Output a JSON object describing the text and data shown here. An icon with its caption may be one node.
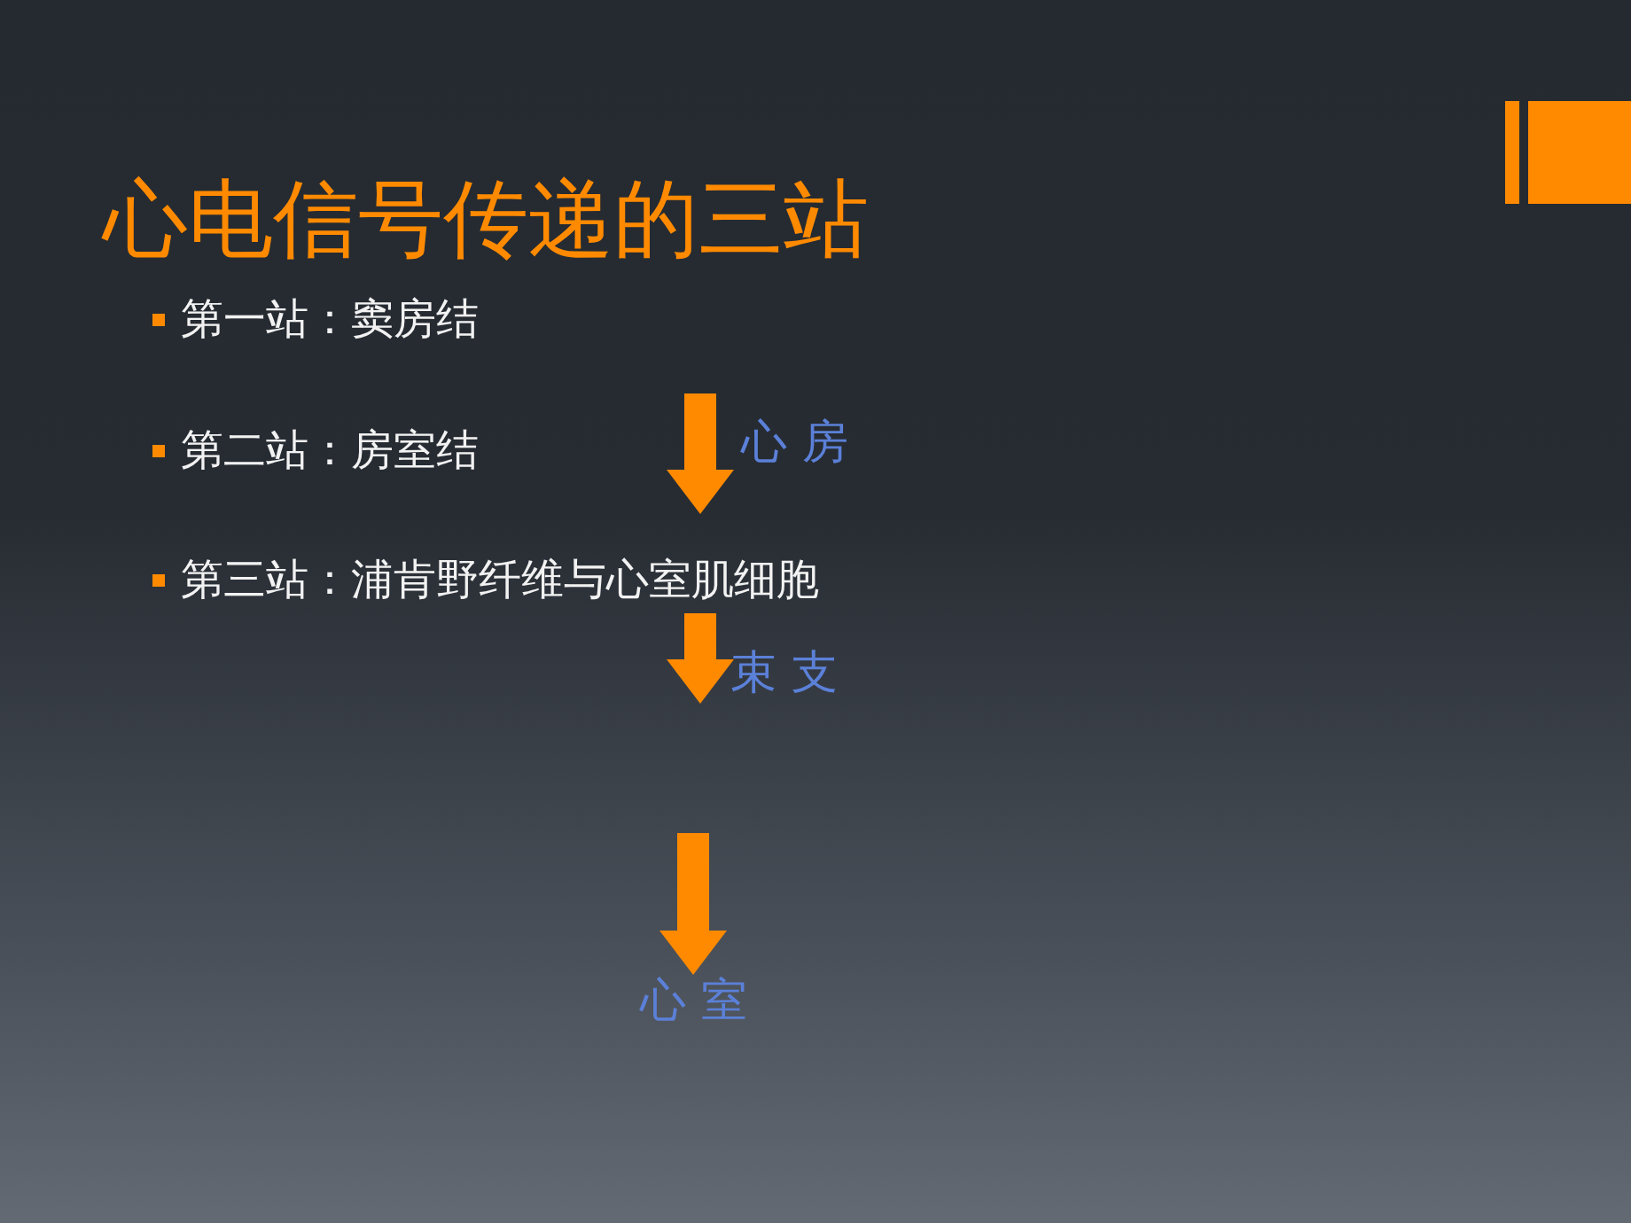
{
  "diagram": {
    "title": "心电信号传递的三站",
    "nodes": [
      {
        "text": [
          "心 房"
        ]
      },
      {
        "text": [
          "束 支"
        ]
      },
      {
        "text": [
          "心 室"
        ]
      }
    ],
    "edges": [
      {
        "from": 0,
        "to": null,
        "arrow": "to"
      },
      {
        "from": 1,
        "to": null,
        "arrow": "to"
      },
      {
        "from": null,
        "to": 2,
        "arrow": "to"
      }
    ],
    "labels": [
      "第一站：窦房结",
      "第二站：房室结",
      "第三站：浦肯野纤维与心室肌细胞"
    ]
  }
}
